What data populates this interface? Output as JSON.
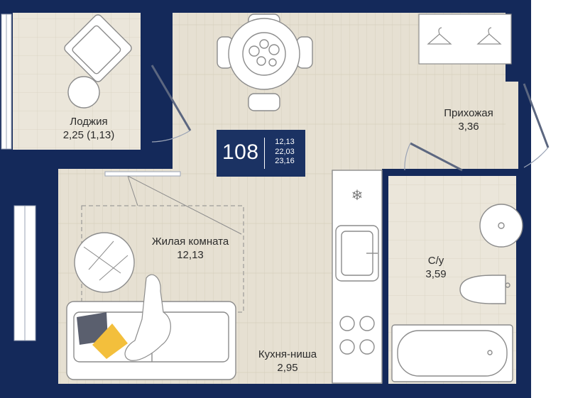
{
  "unit": {
    "number": "108",
    "areas": [
      "12,13",
      "22,03",
      "23,16"
    ]
  },
  "rooms": [
    {
      "name": "Лоджия",
      "area": "2,25 (1,13)"
    },
    {
      "name": "Прихожая",
      "area": "3,36"
    },
    {
      "name": "Жилая комната",
      "area": "12,13"
    },
    {
      "name": "С/у",
      "area": "3,59"
    },
    {
      "name": "Кухня-ниша",
      "area": "2,95"
    }
  ],
  "colors": {
    "walls": "#14295a",
    "floor": "#e6e0d2",
    "tile": "#ebe7dd",
    "furniture_line": "#8c8c8c",
    "accent_pillow": "#f3bf3c",
    "dark_pillow": "#5a5f6e"
  }
}
